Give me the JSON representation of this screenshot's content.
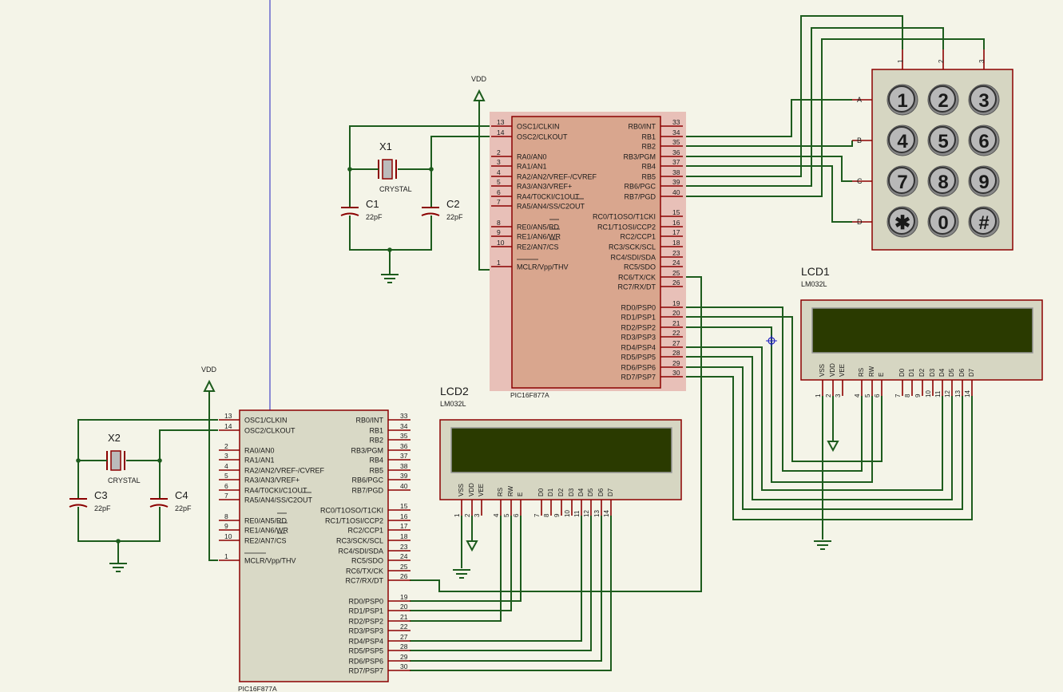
{
  "colors": {
    "background": "#f4f4e8",
    "wire": "#1d5c1d",
    "component_outline": "#8b0000",
    "mcu_body": "#d9a68e",
    "mcu_highlight": "#e8c0b8",
    "lcd_screen": "#2a3a00",
    "lcd_body": "#d6d6c2",
    "keypad_body": "#d6d6c2",
    "key_face": "#b8b8b8",
    "selection_line": "#2020c0"
  },
  "power": {
    "vdd_label": "VDD"
  },
  "mcu": {
    "part": "PIC16F877A",
    "left_pins": [
      {
        "num": "13",
        "name": "OSC1/CLKIN"
      },
      {
        "num": "14",
        "name": "OSC2/CLKOUT"
      },
      {
        "num": "2",
        "name": "RA0/AN0"
      },
      {
        "num": "3",
        "name": "RA1/AN1"
      },
      {
        "num": "4",
        "name": "RA2/AN2/VREF-/CVREF"
      },
      {
        "num": "5",
        "name": "RA3/AN3/VREF+"
      },
      {
        "num": "6",
        "name": "RA4/T0CKI/C1OUT"
      },
      {
        "num": "7",
        "name": "RA5/AN4/SS/C2OUT"
      },
      {
        "num": "8",
        "name": "RE0/AN5/RD"
      },
      {
        "num": "9",
        "name": "RE1/AN6/WR"
      },
      {
        "num": "10",
        "name": "RE2/AN7/CS"
      },
      {
        "num": "1",
        "name": "MCLR/Vpp/THV"
      }
    ],
    "right_pins": [
      {
        "num": "33",
        "name": "RB0/INT"
      },
      {
        "num": "34",
        "name": "RB1"
      },
      {
        "num": "35",
        "name": "RB2"
      },
      {
        "num": "36",
        "name": "RB3/PGM"
      },
      {
        "num": "37",
        "name": "RB4"
      },
      {
        "num": "38",
        "name": "RB5"
      },
      {
        "num": "39",
        "name": "RB6/PGC"
      },
      {
        "num": "40",
        "name": "RB7/PGD"
      },
      {
        "num": "15",
        "name": "RC0/T1OSO/T1CKI"
      },
      {
        "num": "16",
        "name": "RC1/T1OSI/CCP2"
      },
      {
        "num": "17",
        "name": "RC2/CCP1"
      },
      {
        "num": "18",
        "name": "RC3/SCK/SCL"
      },
      {
        "num": "23",
        "name": "RC4/SDI/SDA"
      },
      {
        "num": "24",
        "name": "RC5/SDO"
      },
      {
        "num": "25",
        "name": "RC6/TX/CK"
      },
      {
        "num": "26",
        "name": "RC7/RX/DT"
      },
      {
        "num": "19",
        "name": "RD0/PSP0"
      },
      {
        "num": "20",
        "name": "RD1/PSP1"
      },
      {
        "num": "21",
        "name": "RD2/PSP2"
      },
      {
        "num": "22",
        "name": "RD3/PSP3"
      },
      {
        "num": "27",
        "name": "RD4/PSP4"
      },
      {
        "num": "28",
        "name": "RD5/PSP5"
      },
      {
        "num": "29",
        "name": "RD6/PSP6"
      },
      {
        "num": "30",
        "name": "RD7/PSP7"
      }
    ]
  },
  "oscillators": [
    {
      "crystal": "X1",
      "crystal_type": "CRYSTAL",
      "cap_a": "C1",
      "cap_b": "C2",
      "cap_value": "22pF"
    },
    {
      "crystal": "X2",
      "crystal_type": "CRYSTAL",
      "cap_a": "C3",
      "cap_b": "C4",
      "cap_value": "22pF"
    }
  ],
  "lcds": [
    {
      "ref": "LCD1",
      "model": "LM032L"
    },
    {
      "ref": "LCD2",
      "model": "LM032L"
    }
  ],
  "lcd_pins": [
    {
      "num": "1",
      "name": "VSS"
    },
    {
      "num": "2",
      "name": "VDD"
    },
    {
      "num": "3",
      "name": "VEE"
    },
    {
      "num": "4",
      "name": "RS"
    },
    {
      "num": "5",
      "name": "RW"
    },
    {
      "num": "6",
      "name": "E"
    },
    {
      "num": "7",
      "name": "D0"
    },
    {
      "num": "8",
      "name": "D1"
    },
    {
      "num": "9",
      "name": "D2"
    },
    {
      "num": "10",
      "name": "D3"
    },
    {
      "num": "11",
      "name": "D4"
    },
    {
      "num": "12",
      "name": "D5"
    },
    {
      "num": "13",
      "name": "D6"
    },
    {
      "num": "14",
      "name": "D7"
    }
  ],
  "keypad": {
    "columns": [
      "1",
      "2",
      "3"
    ],
    "rows": [
      "A",
      "B",
      "C",
      "D"
    ],
    "keys": [
      [
        "1",
        "2",
        "3"
      ],
      [
        "4",
        "5",
        "6"
      ],
      [
        "7",
        "8",
        "9"
      ],
      [
        "✱",
        "0",
        "#"
      ]
    ]
  }
}
